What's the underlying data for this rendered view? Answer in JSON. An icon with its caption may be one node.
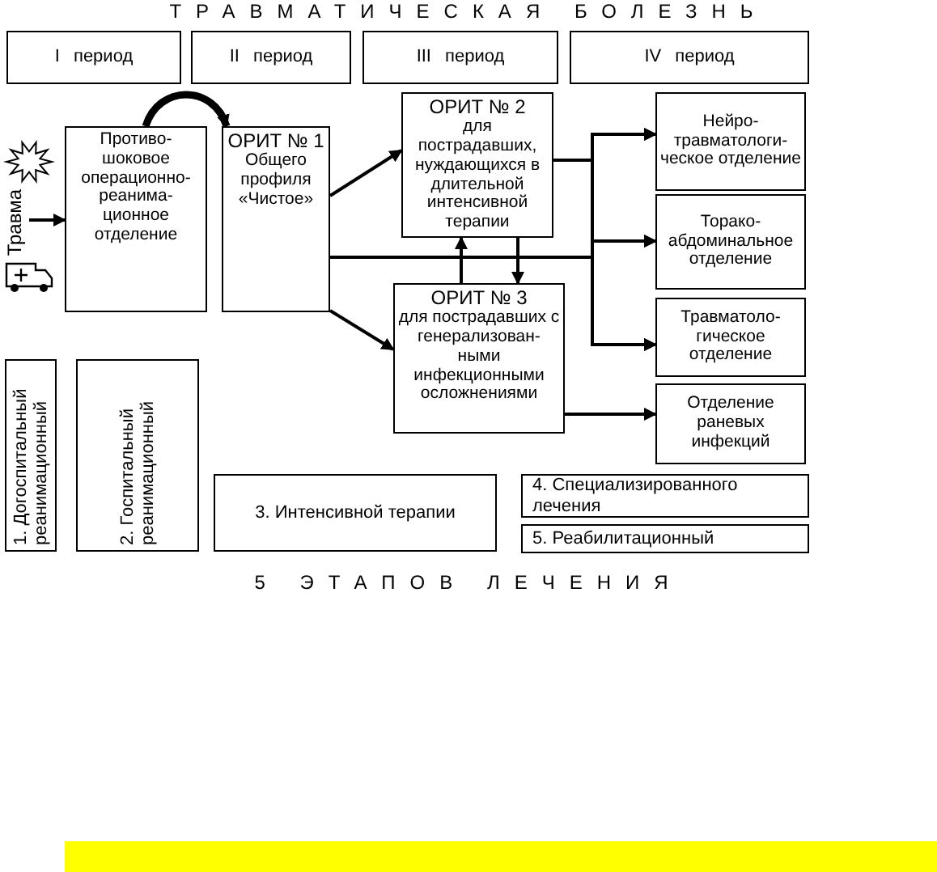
{
  "diagram": {
    "title": "ТРАВМАТИЧЕСКАЯ БОЛЕЗНЬ",
    "caption": "5 ЭТАПОВ ЛЕЧЕНИЯ",
    "nodes": [
      {
        "text": [
          "I период"
        ]
      },
      {
        "text": [
          "II период"
        ]
      },
      {
        "text": [
          "III период"
        ]
      },
      {
        "text": [
          "IV период"
        ]
      },
      {
        "text": [
          "Травма"
        ]
      },
      {
        "text": [
          "Противо- шоковое операционно- реанима- ционное отделение"
        ]
      },
      {
        "text": [
          "ОРИТ № 1",
          "Общего профиля «Чистое»"
        ]
      },
      {
        "text": [
          "ОРИТ № 2",
          "для пострадавших, нуждающихся в длительной интенсивной терапии"
        ]
      },
      {
        "text": [
          "ОРИТ № 3",
          "для пострадавших с генерализован- ными инфекционными осложнениями"
        ]
      },
      {
        "text": [
          "Нейро- травматологи- ческое отделение"
        ]
      },
      {
        "text": [
          "Торако- абдоминальное отделение"
        ]
      },
      {
        "text": [
          "Травматоло- гическое отделение"
        ]
      },
      {
        "text": [
          "Отделение раневых инфекций"
        ]
      },
      {
        "text": [
          "1. Догоспитальный реанимационный"
        ]
      },
      {
        "text": [
          "2. Госпитальный реанимационный"
        ]
      },
      {
        "text": [
          "3. Интенсивной терапии"
        ]
      },
      {
        "text": [
          "4. Специализированного лечения"
        ]
      },
      {
        "text": [
          "5. Реабилитационный"
        ]
      }
    ],
    "edges": [
      {
        "from": 4,
        "to": 5,
        "arrow": "to"
      },
      {
        "from": 5,
        "to": 6,
        "arrow": "to",
        "style": "thick"
      },
      {
        "from": 6,
        "to": 7,
        "arrow": "to"
      },
      {
        "from": 6,
        "to": 8,
        "arrow": "to"
      },
      {
        "from": 6,
        "to": 9,
        "arrow": "to"
      },
      {
        "from": 6,
        "to": 10,
        "arrow": "to"
      },
      {
        "from": 6,
        "to": 11,
        "arrow": "to"
      },
      {
        "from": 7,
        "to": 9,
        "arrow": "to"
      },
      {
        "from": 7,
        "to": 10,
        "arrow": "to"
      },
      {
        "from": 7,
        "to": 11,
        "arrow": "to"
      },
      {
        "from": 7,
        "to": 8,
        "arrow": "to"
      },
      {
        "from": 8,
        "to": 7,
        "arrow": "to"
      },
      {
        "from": 8,
        "to": 12,
        "arrow": "to"
      }
    ]
  }
}
